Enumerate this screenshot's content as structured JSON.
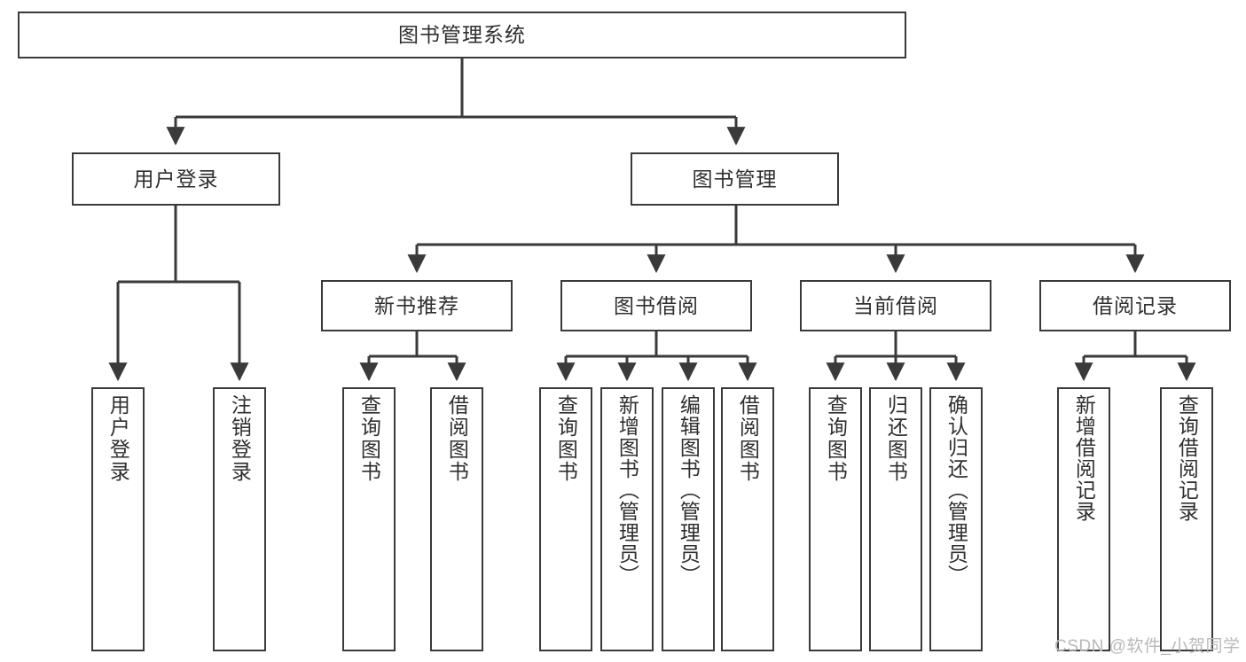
{
  "diagram": {
    "title": "图书管理系统",
    "type": "tree-hierarchy",
    "style": {
      "border_color": "#3a3a3a",
      "text_color": "#2f2f2f",
      "background": "#ffffff",
      "watermark_color": "#b9b9b9"
    },
    "root": {
      "label": "图书管理系统"
    },
    "level2": [
      {
        "label": "用户登录"
      },
      {
        "label": "图书管理"
      }
    ],
    "level3": [
      {
        "label": "新书推荐"
      },
      {
        "label": "图书借阅"
      },
      {
        "label": "当前借阅"
      },
      {
        "label": "借阅记录"
      }
    ],
    "leaves": {
      "user_login": [
        {
          "label": "用户登录"
        },
        {
          "label": "注销登录"
        }
      ],
      "new_book_recommend": [
        {
          "label": "查询图书"
        },
        {
          "label": "借阅图书"
        }
      ],
      "book_borrow": [
        {
          "label": "查询图书"
        },
        {
          "label": "新增图书（管理员）"
        },
        {
          "label": "编辑图书（管理员）"
        },
        {
          "label": "借阅图书"
        }
      ],
      "current_borrow": [
        {
          "label": "查询图书"
        },
        {
          "label": "归还图书"
        },
        {
          "label": "确认归还（管理员）"
        }
      ],
      "borrow_record": [
        {
          "label": "新增借阅记录"
        },
        {
          "label": "查询借阅记录"
        }
      ]
    }
  },
  "watermark": {
    "text": "CSDN @软件_小贺同学"
  }
}
